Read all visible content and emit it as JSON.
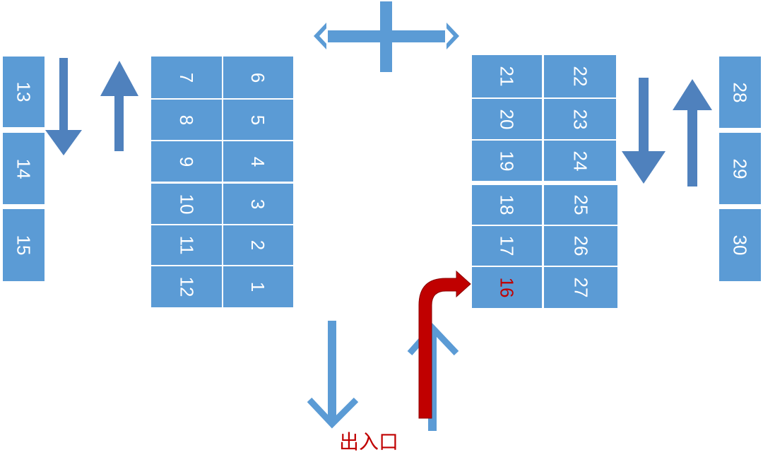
{
  "colors": {
    "slot": "#5b9bd5",
    "slot_text": "#ffffff",
    "arrow": "#5b9bd5",
    "arrow_dark": "#4f81bd",
    "route": "#c00000",
    "highlight_text": "#c00000"
  },
  "highlighted_slot": "16",
  "entrance_label": "出入口",
  "slots": [
    {
      "id": "s1",
      "label": "1"
    },
    {
      "id": "s2",
      "label": "2"
    },
    {
      "id": "s3",
      "label": "3"
    },
    {
      "id": "s4",
      "label": "4"
    },
    {
      "id": "s5",
      "label": "5"
    },
    {
      "id": "s6",
      "label": "6"
    },
    {
      "id": "s7",
      "label": "7"
    },
    {
      "id": "s8",
      "label": "8"
    },
    {
      "id": "s9",
      "label": "9"
    },
    {
      "id": "s10",
      "label": "10"
    },
    {
      "id": "s11",
      "label": "11"
    },
    {
      "id": "s12",
      "label": "12"
    },
    {
      "id": "s13",
      "label": "13"
    },
    {
      "id": "s14",
      "label": "14"
    },
    {
      "id": "s15",
      "label": "15"
    },
    {
      "id": "s16",
      "label": "16"
    },
    {
      "id": "s17",
      "label": "17"
    },
    {
      "id": "s18",
      "label": "18"
    },
    {
      "id": "s19",
      "label": "19"
    },
    {
      "id": "s20",
      "label": "20"
    },
    {
      "id": "s21",
      "label": "21"
    },
    {
      "id": "s22",
      "label": "22"
    },
    {
      "id": "s23",
      "label": "23"
    },
    {
      "id": "s24",
      "label": "24"
    },
    {
      "id": "s25",
      "label": "25"
    },
    {
      "id": "s26",
      "label": "26"
    },
    {
      "id": "s27",
      "label": "27"
    },
    {
      "id": "s28",
      "label": "28"
    },
    {
      "id": "s29",
      "label": "29"
    },
    {
      "id": "s30",
      "label": "30"
    }
  ],
  "arrows": [
    {
      "id": "left-down",
      "direction": "down"
    },
    {
      "id": "left-up",
      "direction": "up"
    },
    {
      "id": "top-cross",
      "direction": "left-right"
    },
    {
      "id": "right-down",
      "direction": "down"
    },
    {
      "id": "right-up",
      "direction": "up"
    },
    {
      "id": "bottom-down",
      "direction": "down"
    },
    {
      "id": "bottom-up",
      "direction": "up"
    },
    {
      "id": "route-to-16",
      "direction": "up-then-right"
    }
  ]
}
